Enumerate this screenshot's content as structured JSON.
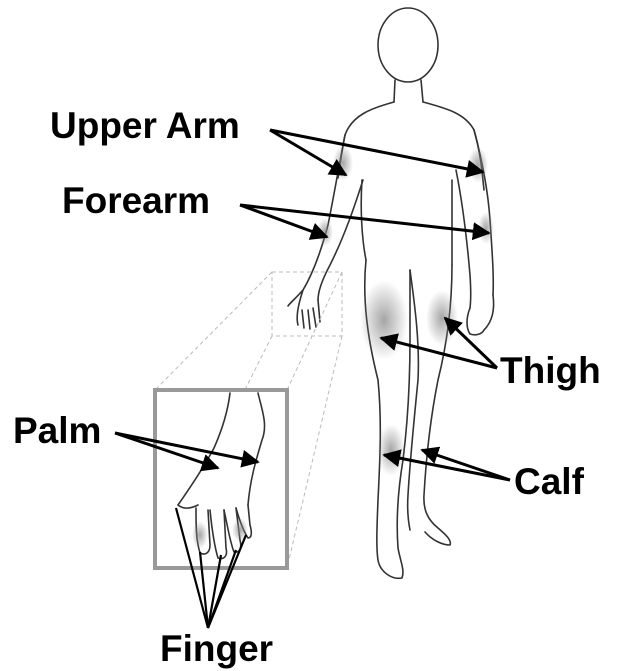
{
  "labels": {
    "upper_arm": "Upper Arm",
    "forearm": "Forearm",
    "thigh": "Thigh",
    "palm": "Palm",
    "calf": "Calf",
    "finger": "Finger"
  },
  "colors": {
    "outline": "#333333",
    "shading": "#888888",
    "arrow": "#000000",
    "inset_frame": "#999999",
    "guide_line": "#bbbbbb"
  }
}
